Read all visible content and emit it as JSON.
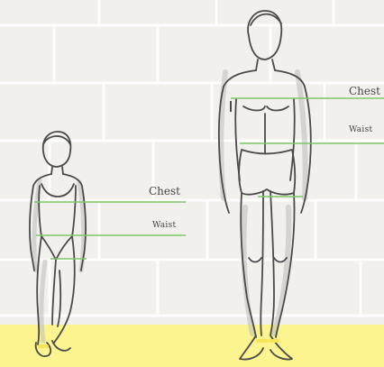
{
  "colors": {
    "wall": "#f2f0ec",
    "brick_line": "#ffffff",
    "floor": "#fbf48f",
    "outline": "#4a4a4a",
    "shade": "#bdbdbd",
    "measure_line": "#7cc76a",
    "shoe_accent": "#f3e45a"
  },
  "child": {
    "chest_label": "Chest",
    "waist_label": "Waist"
  },
  "adult": {
    "chest_label": "Chest",
    "waist_label": "Waist"
  }
}
